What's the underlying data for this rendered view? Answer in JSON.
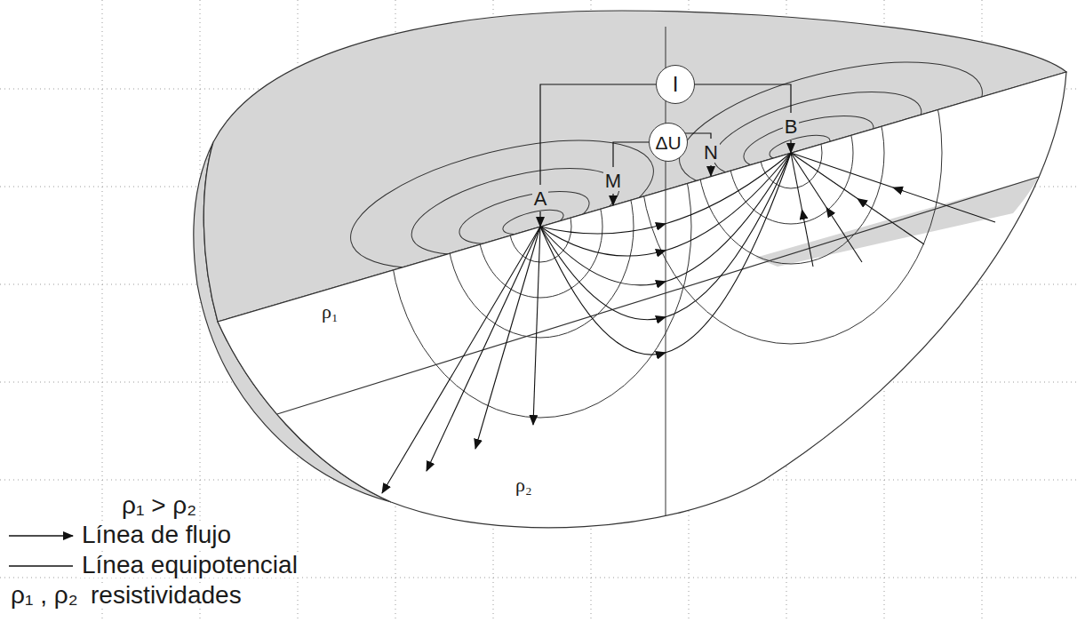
{
  "diagram": {
    "nodes": [
      {
        "text": [
          "I"
        ]
      },
      {
        "text": [
          "ΔU"
        ]
      }
    ],
    "labels": [
      "A",
      "M",
      "N",
      "B",
      "ρ₁",
      "ρ₂",
      "ρ₁ > ρ₂",
      "ρ₁ , ρ₂",
      "resistividades"
    ],
    "legend": [
      {
        "text": "Línea de flujo"
      },
      {
        "text": "Línea equipotencial"
      }
    ]
  }
}
